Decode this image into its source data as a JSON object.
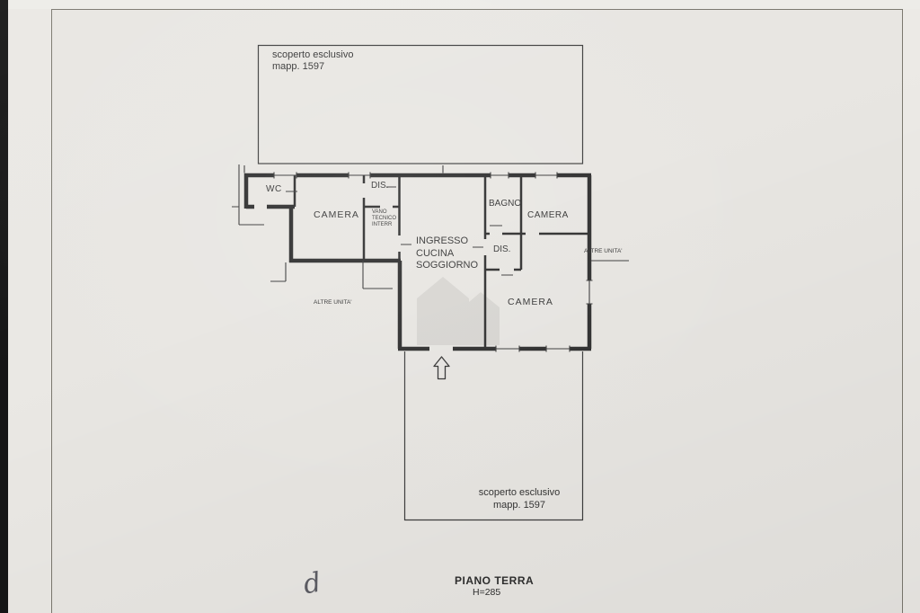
{
  "plan": {
    "upper_courtyard": {
      "line1": "scoperto esclusivo",
      "line2": "mapp. 1597"
    },
    "lower_courtyard": {
      "line1": "scoperto esclusivo",
      "line2": "mapp. 1597"
    },
    "rooms": {
      "wc": "WC",
      "dis_left": "DIS.",
      "camera_left": "CAMERA",
      "vano": {
        "line1": "VANO",
        "line2": "TECNICO",
        "line3": "INTERR"
      },
      "ingresso": {
        "line1": "INGRESSO",
        "line2": "CUCINA",
        "line3": "SOGGIORNO"
      },
      "bagno": "BAGNO",
      "camera_top_right": "CAMERA",
      "dis_right": "DIS.",
      "camera_bottom_right": "CAMERA"
    },
    "neighbors": {
      "right_label": "ALTRE UNITA'",
      "left_label": "ALTRE UNITA'"
    },
    "footer": {
      "floor_label": "PIANO TERRA",
      "height_label": "H=285"
    },
    "annotations": {
      "handwritten_mark": "d"
    },
    "colors": {
      "paper": "#e8e6e2",
      "ink": "#2c2c2c"
    }
  }
}
